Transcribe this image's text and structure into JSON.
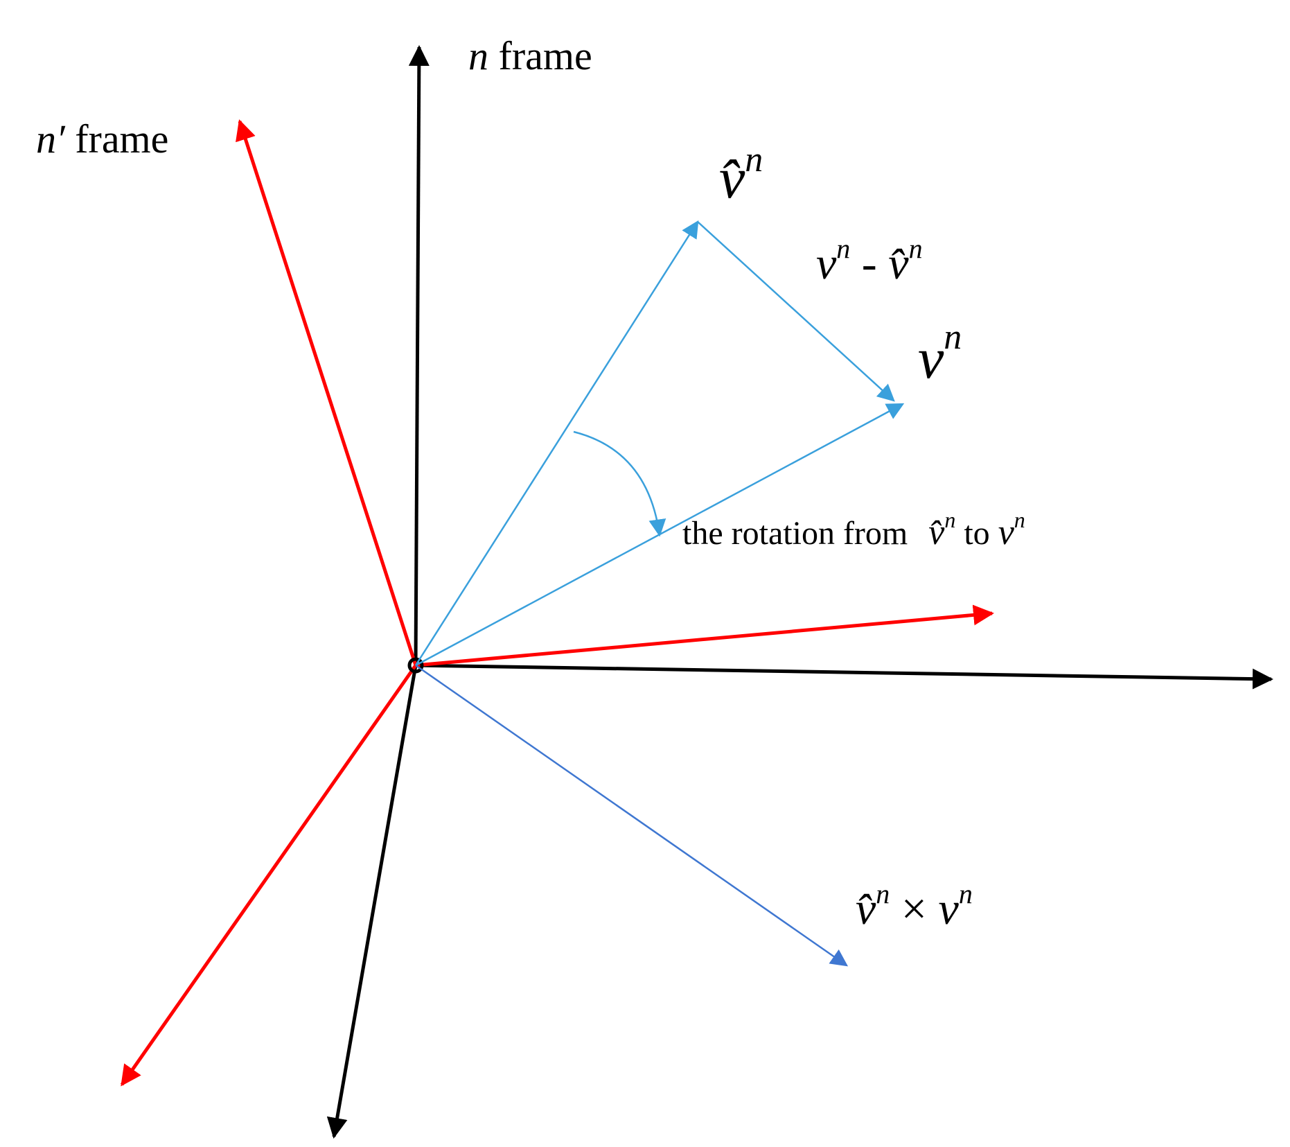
{
  "colors": {
    "n_frame_axes": "#000000",
    "n_prime_frame_axes": "#ff0000",
    "estimate_vectors": "#3aa0dc",
    "cross_product_vector": "#3f77d1",
    "rotation_arc": "#3aa0dc"
  },
  "labels": {
    "n_frame": {
      "symbol": "n",
      "text": " frame"
    },
    "n_prime_frame": {
      "symbol": "n′",
      "text": " frame"
    },
    "v_hat_n": {
      "symbol": "v̂",
      "sup": "n"
    },
    "difference": {
      "a": "v",
      "a_sup": "n",
      "op": " - ",
      "b": "v̂",
      "b_sup": "n"
    },
    "v_n": {
      "symbol": "v",
      "sup": "n"
    },
    "rotation": {
      "prefix": "the rotation from ",
      "a": "v̂",
      "a_sup": "n",
      "mid": " to ",
      "b": "v",
      "b_sup": "n"
    },
    "cross": {
      "a": "v̂",
      "a_sup": "n",
      "op": " × ",
      "b": "v",
      "b_sup": "n"
    }
  }
}
